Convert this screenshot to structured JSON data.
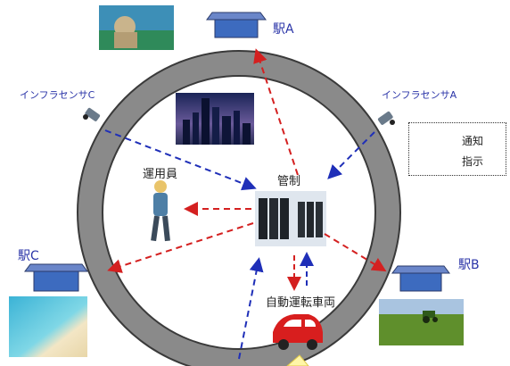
{
  "labels": {
    "station_a": "駅A",
    "station_b": "駅B",
    "station_c": "駅C",
    "sensor_a": "インフラセンサA",
    "sensor_c": "インフラセンサC",
    "control": "管制",
    "operator": "運用員",
    "vehicle": "自動運転車両"
  },
  "legend": {
    "notify": "通知",
    "instruct": "指示"
  },
  "colors": {
    "notify_arrow": "#1f2fb8",
    "instruct_arrow": "#d42020",
    "track": "#7a7a7a",
    "station": "#3d6bbf",
    "label_text": "#2b35a8",
    "vehicle": "#d81e1e"
  }
}
